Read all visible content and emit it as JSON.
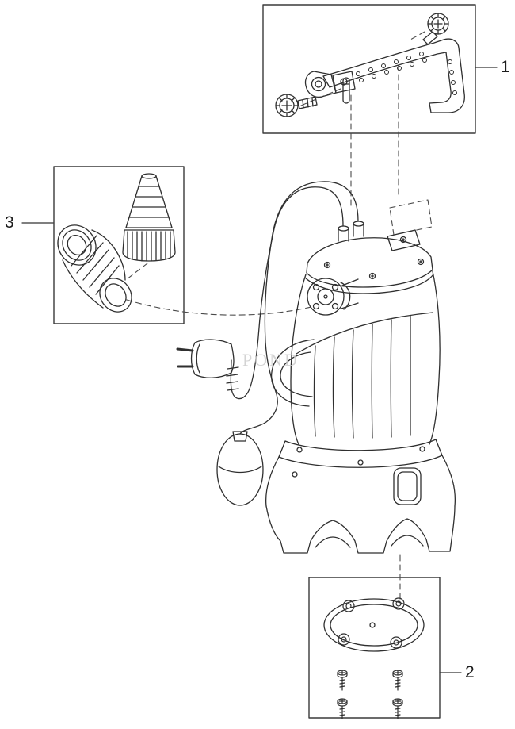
{
  "diagram": {
    "watermark": "POND",
    "labels": {
      "part1": "1",
      "part2": "2",
      "part3": "3"
    },
    "colors": {
      "line": "#2f2f2f",
      "dashed_guide": "#4a4a4a",
      "callout_border": "#3a3a3a",
      "background": "#ffffff",
      "watermark": "#cccccc"
    }
  }
}
